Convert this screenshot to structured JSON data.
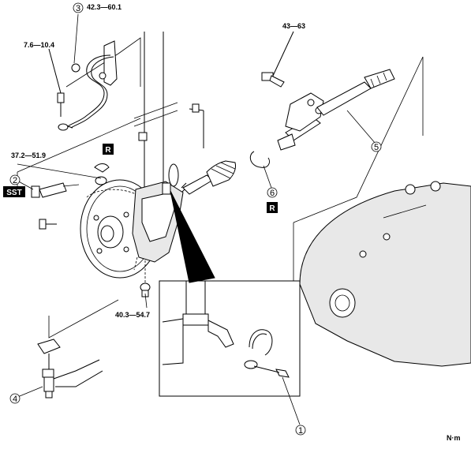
{
  "torques": {
    "t1": "42.3—60.1",
    "t2": "7.6—10.4",
    "t3": "43—63",
    "t4": "37.2—51.9",
    "t5": "40.3—54.7"
  },
  "callouts": {
    "c1": "1",
    "c2": "2",
    "c3": "3",
    "c4": "4",
    "c5": "5",
    "c6": "6"
  },
  "badges": {
    "sst": "SST",
    "r1": "R",
    "r2": "R"
  },
  "unit": "N·m"
}
